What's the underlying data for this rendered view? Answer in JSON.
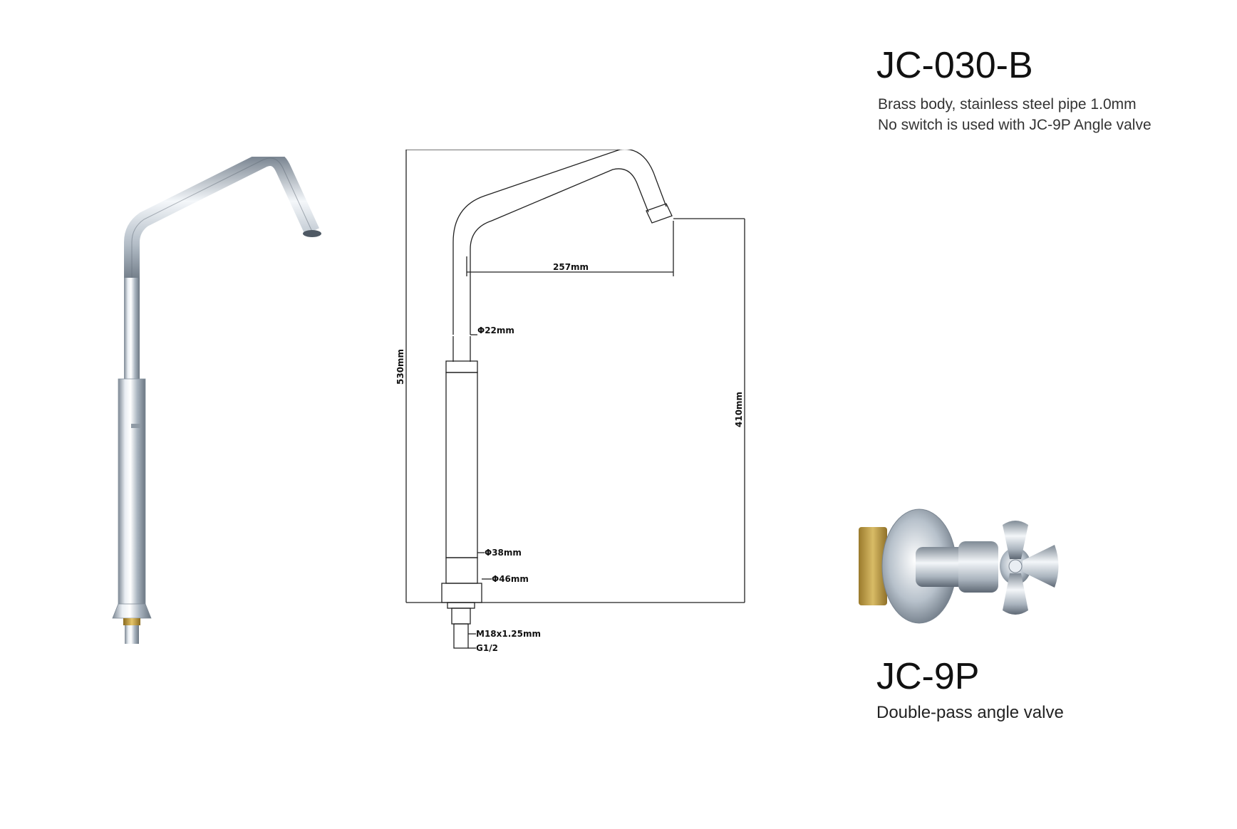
{
  "product": {
    "model": "JC-030-B",
    "description_lines": [
      "Brass body, stainless steel pipe 1.0mm",
      "No switch is used with JC-9P Angle valve"
    ]
  },
  "accessory": {
    "model": "JC-9P",
    "description": "Double-pass angle valve"
  },
  "drawing": {
    "dims": {
      "reach": "257mm",
      "pipe_diameter": "Φ22mm",
      "total_height": "530mm",
      "outlet_height": "410mm",
      "body_diameter": "Φ38mm",
      "base_diameter": "Φ46mm",
      "thread_a": "M18x1.25mm",
      "thread_b": "G1/2"
    }
  },
  "colors": {
    "chrome_light": "#f2f5f8",
    "chrome_mid": "#b9c3cd",
    "chrome_dark": "#6e7a86",
    "brass": "#c9a64a",
    "line": "#222222"
  }
}
